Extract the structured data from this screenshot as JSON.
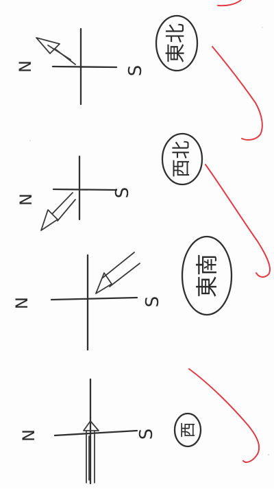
{
  "worksheet": {
    "colors": {
      "pencil": "#2f2f2f",
      "correction_ink": "#e03a45",
      "paper": "#fdfdfd"
    },
    "items": [
      {
        "north_label": "N",
        "south_label": "S",
        "answer": "東北",
        "arrow_direction": "northeast-pointing-into-center"
      },
      {
        "north_label": "N",
        "south_label": "S",
        "answer": "西北",
        "arrow_direction": "from-southwest"
      },
      {
        "north_label": "N",
        "south_label": "S",
        "answer": "東南",
        "arrow_direction": "from-northeast"
      },
      {
        "north_label": "N",
        "south_label": "S",
        "answer": "西",
        "arrow_direction": "from-south"
      }
    ]
  }
}
